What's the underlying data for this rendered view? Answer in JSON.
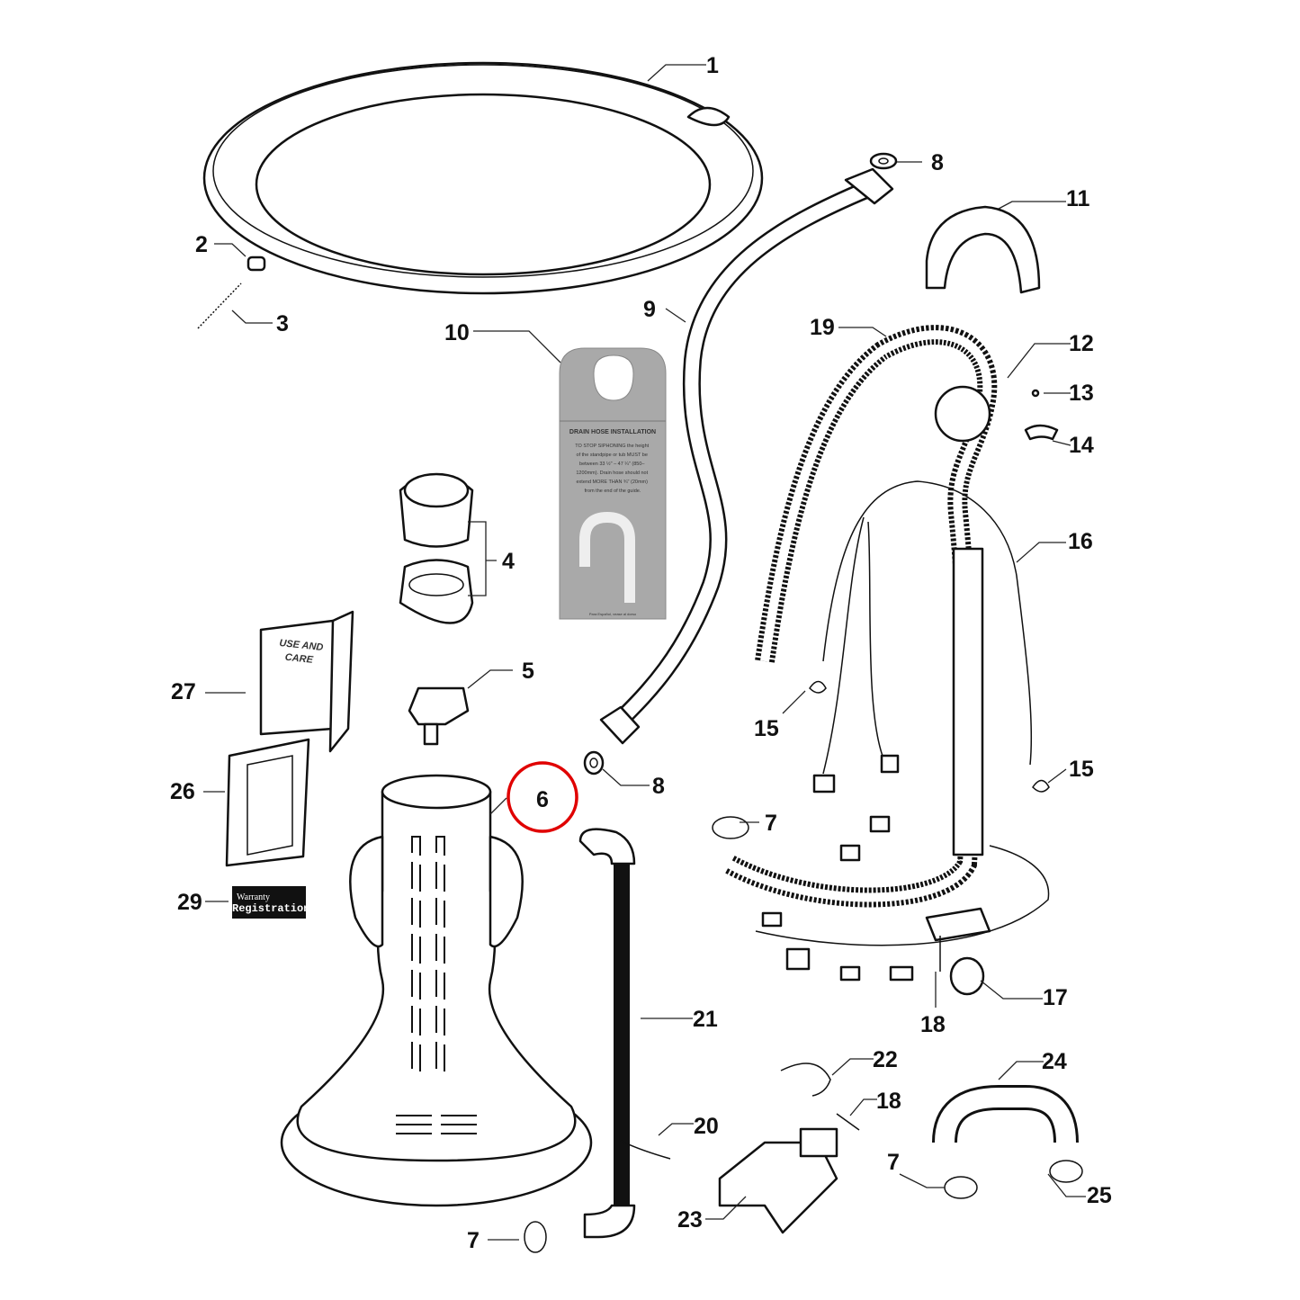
{
  "diagram": {
    "type": "exploded parts diagram",
    "highlight_color": "#e00000",
    "highlighted_part": "6",
    "callouts": {
      "c1": "1",
      "c2": "2",
      "c3": "3",
      "c4": "4",
      "c5": "5",
      "c6": "6",
      "c7a": "7",
      "c7b": "7",
      "c7c": "7",
      "c8a": "8",
      "c8b": "8",
      "c9": "9",
      "c10": "10",
      "c11": "11",
      "c12": "12",
      "c13": "13",
      "c14": "14",
      "c15a": "15",
      "c15b": "15",
      "c16": "16",
      "c17": "17",
      "c18a": "18",
      "c18b": "18",
      "c19": "19",
      "c20": "20",
      "c21": "21",
      "c22": "22",
      "c23": "23",
      "c24": "24",
      "c25": "25",
      "c26": "26",
      "c27": "27",
      "c29": "29"
    },
    "drain_card": {
      "title": "DRAIN HOSE INSTALLATION",
      "body": [
        "TO STOP SIPHONING the height",
        "of the standpipe or tub MUST be",
        "between 33 ½\" – 47 ¼\" (850–",
        "1200mm). Drain hose should not",
        "extend MORE THAN ¾\" (20mm)",
        "from the end of the guide."
      ],
      "footer": "Para Español, vease al dorso"
    },
    "manual_label": [
      "USE AND",
      "CARE"
    ],
    "warranty_card": [
      "Warranty",
      "Registration"
    ]
  }
}
